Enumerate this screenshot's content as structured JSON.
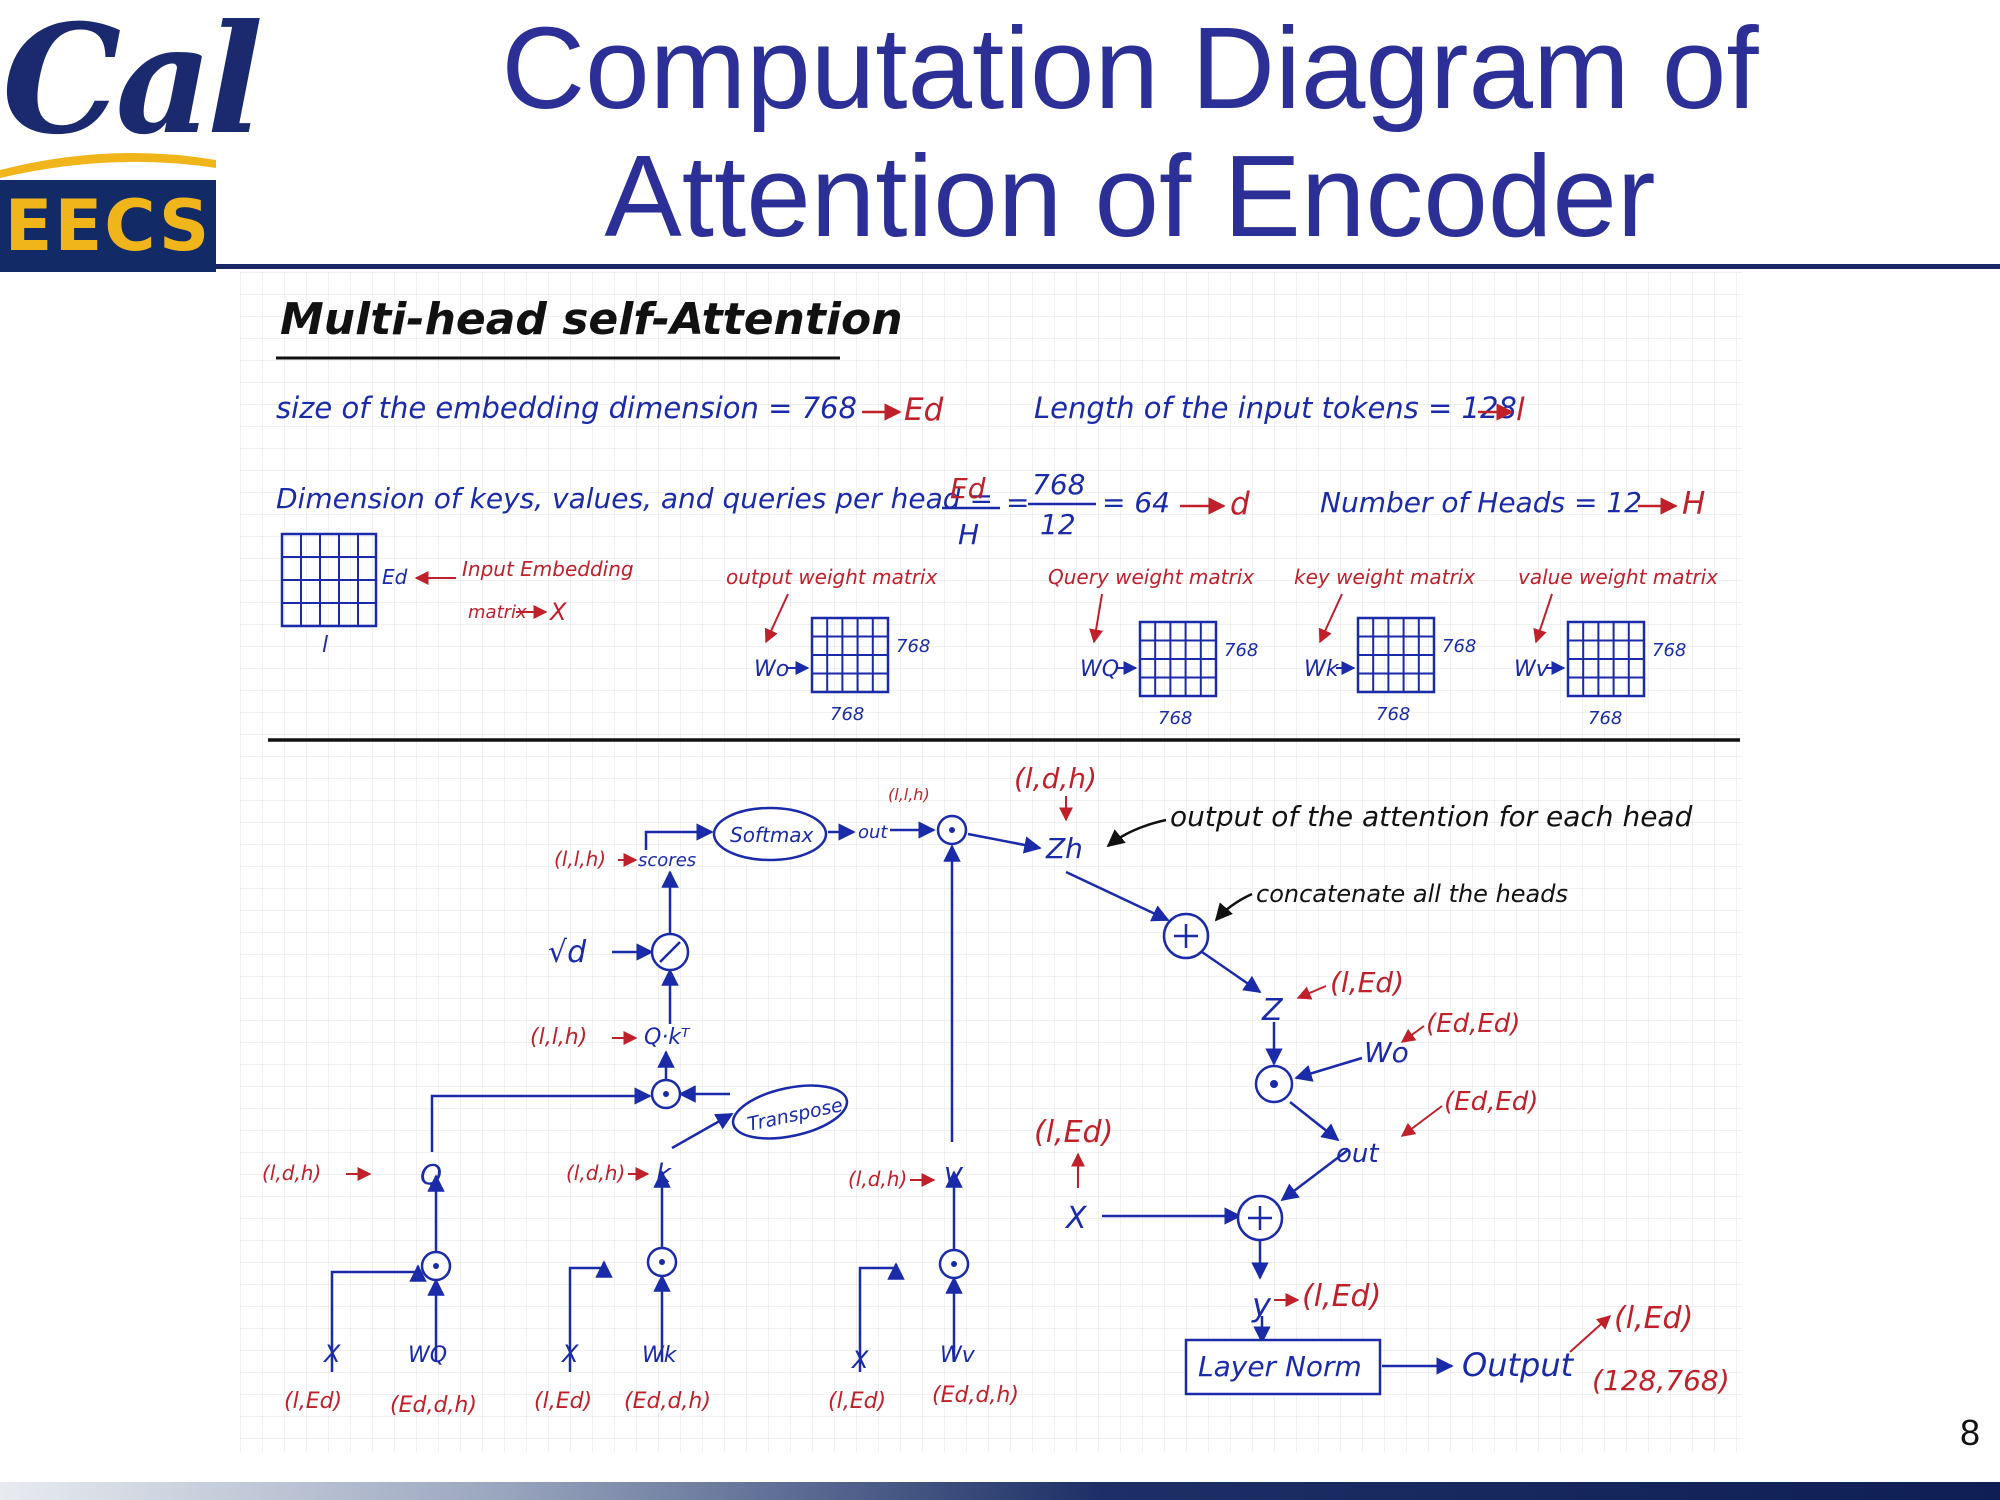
{
  "logo": {
    "cal": "Cal",
    "eecs": "EECS"
  },
  "title": {
    "line1": "Computation Diagram of",
    "line2": "Attention of Encoder"
  },
  "page_number": "8",
  "diagram": {
    "heading": "Multi-head self-Attention",
    "defs": {
      "embed_text": "size of the embedding dimension = 768",
      "embed_sym": "Ed",
      "length_text": "Length of the input tokens = 128",
      "length_sym": "l",
      "dim_text": "Dimension of keys, values, and queries per head =",
      "frac1_num": "Ed",
      "frac1_den": "H",
      "frac2_num": "768",
      "frac2_den": "12",
      "eq64": "= 64",
      "d_sym": "d",
      "heads_text": "Number of Heads = 12",
      "h_sym": "H"
    },
    "matrices": {
      "input_side": "Ed",
      "input_label1": "Input Embedding",
      "input_label2": "matrix",
      "input_sym": "X",
      "input_bottom": "l",
      "wo_caption": "output weight matrix",
      "wo_name": "Wo",
      "wo_right": "768",
      "wo_bottom": "768",
      "wq_caption": "Query weight matrix",
      "wq_name": "WQ",
      "wq_right": "768",
      "wq_bottom": "768",
      "wk_caption": "key weight matrix",
      "wk_name": "Wk",
      "wk_right": "768",
      "wk_bottom": "768",
      "wv_caption": "value weight matrix",
      "wv_name": "Wv",
      "wv_right": "768",
      "wv_bottom": "768"
    },
    "graph": {
      "x": "X",
      "wq": "WQ",
      "wk": "Wk",
      "wv": "Wv",
      "x_dim": "(l,Ed)",
      "wq_dim": "(Ed,d,h)",
      "wk_dim": "(Ed,d,h)",
      "wv_dim": "(Ed,d,h)",
      "q": "Q",
      "k": "k",
      "v": "V",
      "q_dim": "(l,d,h)",
      "k_dim": "(l,d,h)",
      "v_dim": "(l,d,h)",
      "transpose": "Transpose",
      "qk": "Q·kᵀ",
      "qk_dim": "(l,l,h)",
      "sqrt_d": "√d",
      "scores": "scores",
      "scores_dim": "(l,l,h)",
      "softmax": "Softmax",
      "out1": "out",
      "out1_dim": "(l,l,h)",
      "zh": "Zh",
      "zh_dim": "(l,d,h)",
      "zh_note": "output of the attention for each head",
      "concat_note": "concatenate all the heads",
      "z": "Z",
      "z_dim": "(l,Ed)",
      "wo": "Wo",
      "wo_dim": "(Ed,Ed)",
      "out2": "out",
      "out2_dim": "(Ed,Ed)",
      "x2": "X",
      "x2_dim": "(l,Ed)",
      "y": "y",
      "y_dim": "(l,Ed)",
      "layernorm": "Layer Norm",
      "output": "Output",
      "output_dim1": "(l,Ed)",
      "output_dim2": "(128,768)"
    }
  }
}
